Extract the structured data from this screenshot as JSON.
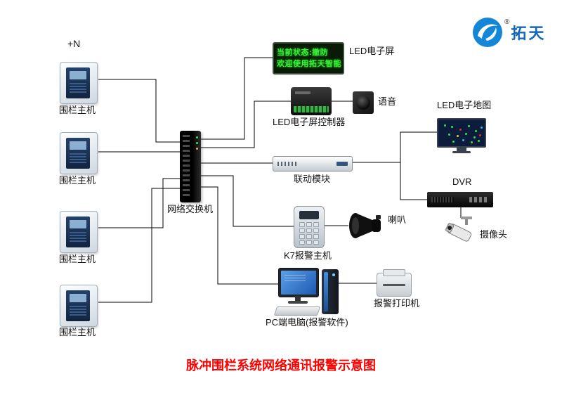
{
  "title": "脉冲围栏系统网络通讯报警示意图",
  "note_top_left": "+N",
  "logo": {
    "brand": "拓天",
    "registered": "®"
  },
  "led_screen": {
    "label": "LED电子屏",
    "line1": "当前状态:撤防",
    "line2": "欢迎使用拓天智能"
  },
  "devices": {
    "fence_hosts": [
      {
        "label": "围栏主机"
      },
      {
        "label": "围栏主机"
      },
      {
        "label": "围栏主机"
      },
      {
        "label": "围栏主机"
      }
    ],
    "switch_label": "网络交换机",
    "led_controller_label": "LED电子屏控制器",
    "voice_label": "语音",
    "linkage_label": "联动模块",
    "led_map_label": "LED电子地图",
    "dvr_label": "DVR",
    "camera_label": "摄像头",
    "k7_label": "K7报警主机",
    "horn_label": "喇叭",
    "pc_label": "PC端电脑(报警软件)",
    "printer_label": "报警打印机"
  },
  "colors": {
    "title_red": "#ff0000",
    "led_green": "#35f035",
    "logo_blue": "#1566b8",
    "line_black": "#000000"
  }
}
